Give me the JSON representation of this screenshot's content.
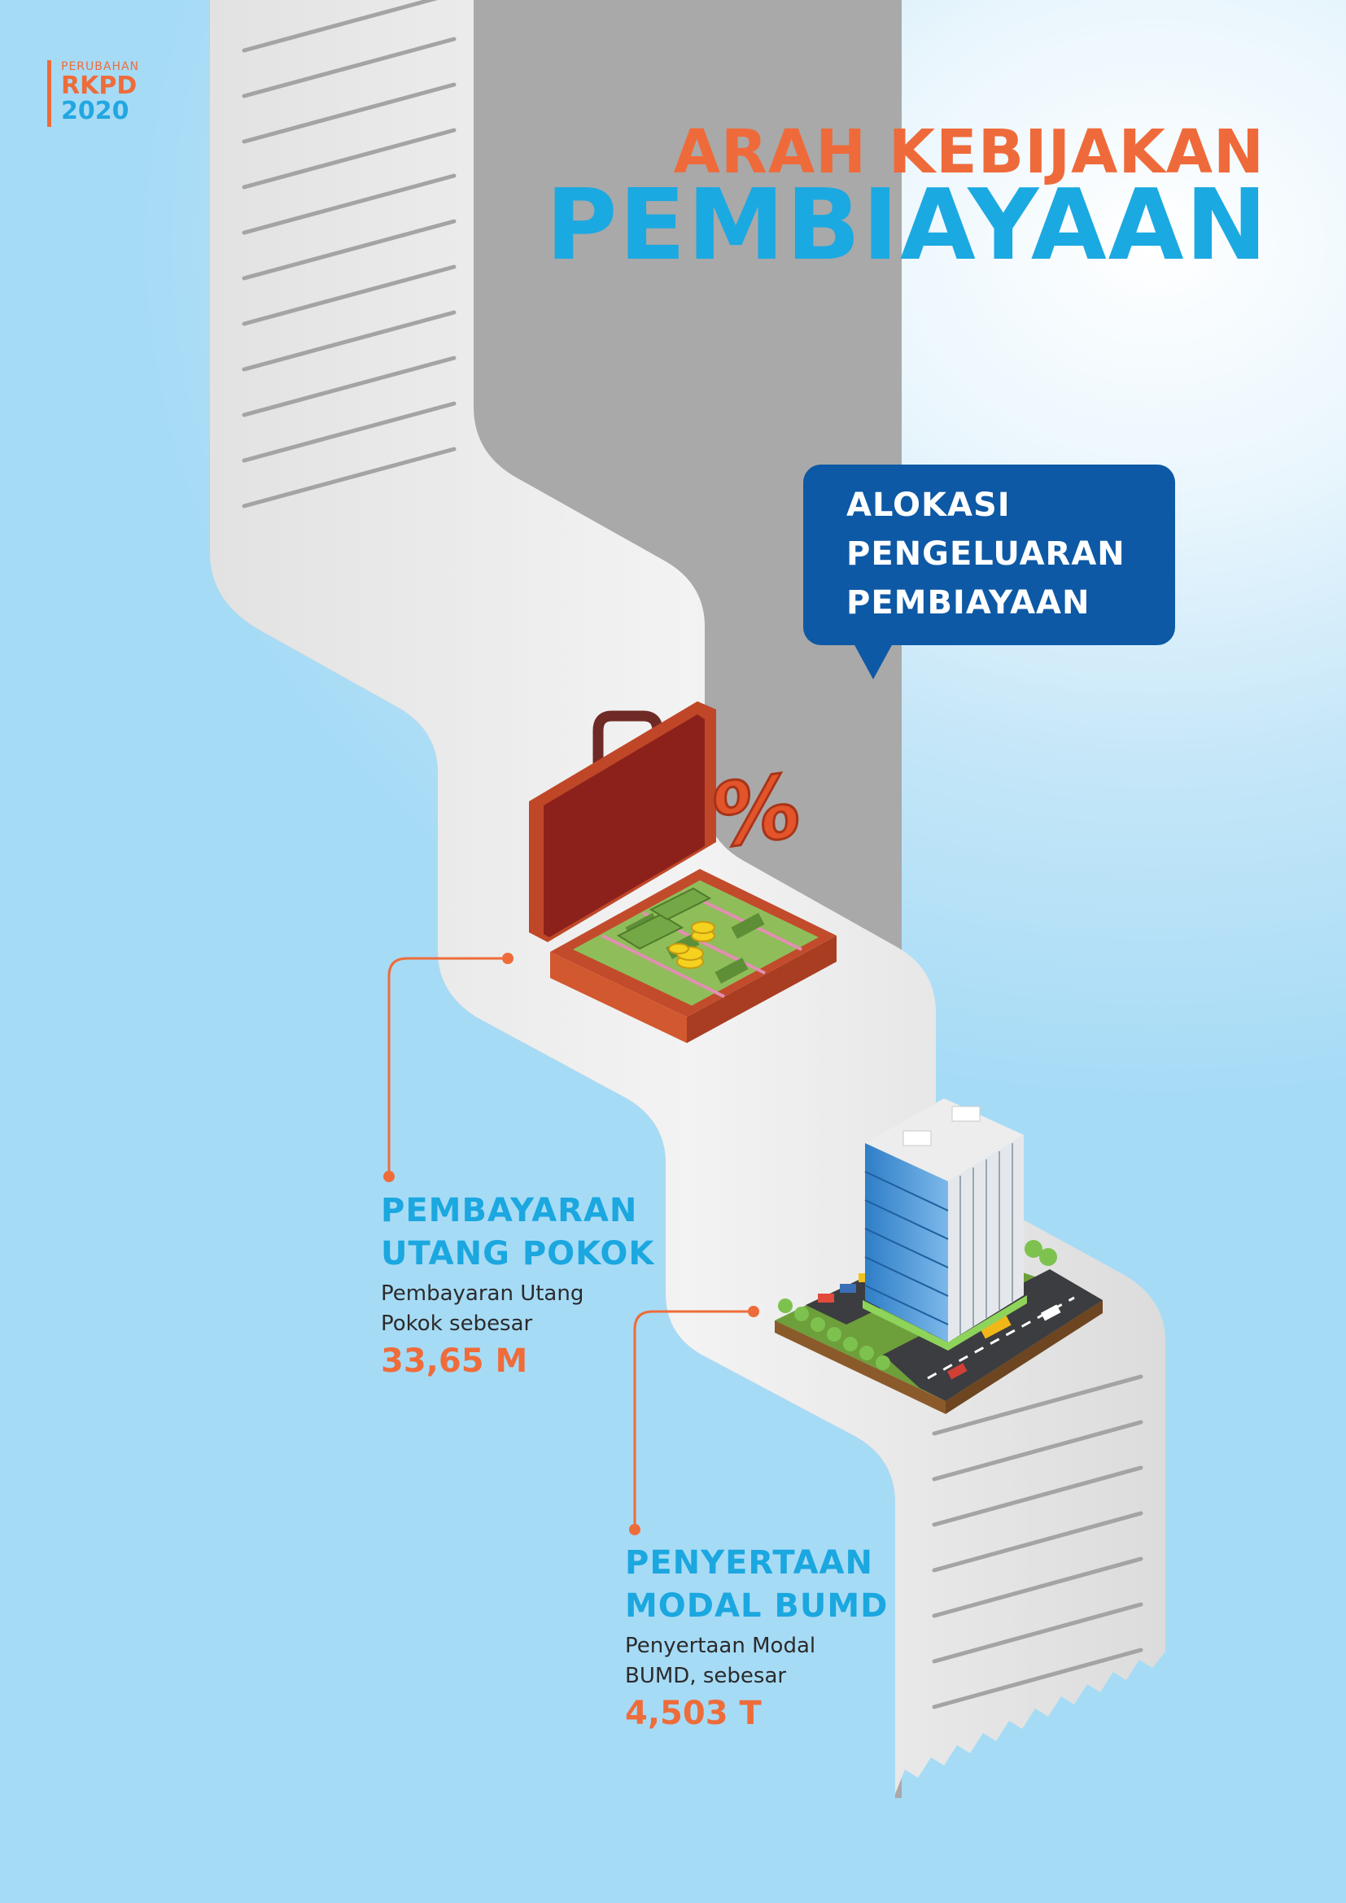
{
  "logo": {
    "line1": "PERUBAHAN",
    "line2": "RKPD",
    "line3": "2020"
  },
  "header": {
    "title_top": "ARAH KEBIJAKAN",
    "title_main": "PEMBIAYAAN"
  },
  "callout": {
    "lines": [
      "ALOKASI",
      "PENGELUARAN",
      "PEMBIAYAAN"
    ]
  },
  "items": [
    {
      "title_lines": [
        "PEMBAYARAN",
        "UTANG POKOK"
      ],
      "desc_lines": [
        "Pembayaran Utang",
        "Pokok sebesar"
      ],
      "value": "33,65 M",
      "icon": "briefcase-money-icon"
    },
    {
      "title_lines": [
        "PENYERTAAN",
        "MODAL BUMD"
      ],
      "desc_lines": [
        "Penyertaan Modal",
        "BUMD, sebesar"
      ],
      "value": "4,503 T",
      "icon": "office-building-icon"
    }
  ],
  "colors": {
    "orange": "#ee6c3a",
    "blue": "#1ba7df",
    "navy": "#0d59a5",
    "paper": "#eeeeee"
  },
  "illustration": {
    "percent_symbol": "%"
  }
}
